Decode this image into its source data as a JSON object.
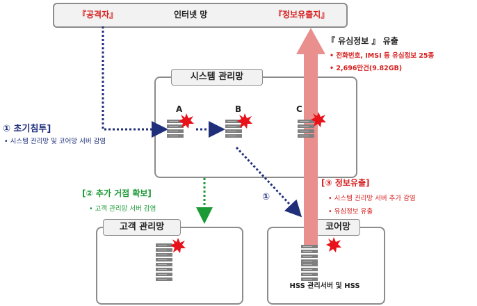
{
  "internet": {
    "attacker": "『공격자』",
    "title": "인터넷 망",
    "exfil_site": "『정보유출지』"
  },
  "system_net": {
    "title": "시스템 관리망",
    "servers": [
      "A",
      "B",
      "C"
    ]
  },
  "customer_net": {
    "title": "고객 관리망"
  },
  "core_net": {
    "title": "코어망",
    "server_label": "HSS 관리서버 및 HSS"
  },
  "leak": {
    "title": "『 유심정보 』 유출",
    "bullets": [
      "전화번호, IMSI 등 유심정보 25종",
      "2,696만건(9.82GB)"
    ]
  },
  "step1": {
    "title": "① 초기침투]",
    "bullet": "시스템 관리망 및 코어망 서버 감염",
    "arrow_label": "①"
  },
  "step2": {
    "title": "[② 추가 거점 확보]",
    "bullet": "고객 관리망 서버 감염"
  },
  "step3": {
    "title": "[③ 정보유출]",
    "bullets": [
      "시스템 관리망 서버 추가 감염",
      "유심정보 유출"
    ]
  },
  "colors": {
    "navy": "#1f2f7a",
    "green": "#1b9a36",
    "red": "#d62020",
    "leak_arrow": "#e9908e",
    "infected": "#e8121b",
    "server": "#7f7f7f"
  }
}
